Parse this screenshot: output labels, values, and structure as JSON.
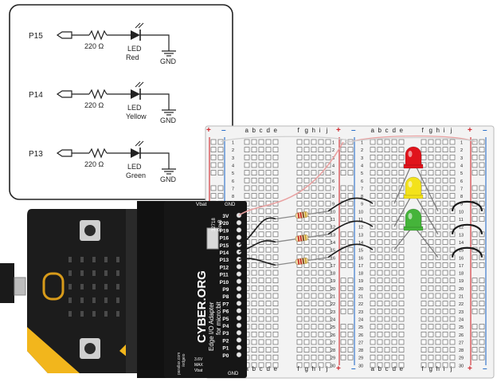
{
  "schematic": {
    "circuits": [
      {
        "pin": "P15",
        "resistor": "220 Ω",
        "led_line1": "LED",
        "led_line2": "Red",
        "ground": "GND"
      },
      {
        "pin": "P14",
        "resistor": "220 Ω",
        "led_line1": "LED",
        "led_line2": "Yellow",
        "ground": "GND"
      },
      {
        "pin": "P13",
        "resistor": "220 Ω",
        "led_line1": "LED",
        "led_line2": "Green",
        "ground": "GND"
      }
    ]
  },
  "adapter": {
    "brand": "CYBER.ORG",
    "subtitle1": "Edge I/O Adapter",
    "subtitle2": "for micro:bit",
    "part_number": "32718",
    "revision": "RevB",
    "vbat_label": "Vbat",
    "gnd_top": "GND",
    "gnd_bottom": "GND",
    "pins": [
      "3V",
      "P20",
      "P19",
      "P16",
      "P15",
      "P14",
      "P13",
      "P12",
      "P11",
      "P10",
      "P9",
      "P8",
      "P7",
      "P6",
      "P5",
      "P4",
      "P3",
      "P2",
      "P1",
      "P0"
    ],
    "small_text1": "parallax.com",
    "small_text2": "/edgeio",
    "voltage_text1": "3.6V",
    "voltage_text2": "MAX",
    "voltage_text3": "Vbat"
  },
  "breadboard": {
    "col_letters": [
      "a",
      "b",
      "c",
      "d",
      "e",
      "f",
      "g",
      "h",
      "i",
      "j"
    ],
    "plus": "+",
    "minus": "–",
    "row_numbers": [
      "1",
      "2",
      "3",
      "4",
      "5",
      "6",
      "7",
      "8",
      "9",
      "10",
      "11",
      "12",
      "13",
      "14",
      "15",
      "16",
      "17",
      "18",
      "19",
      "20",
      "21",
      "22",
      "23",
      "24",
      "25",
      "26",
      "27",
      "28",
      "29",
      "30"
    ]
  },
  "colors": {
    "led_red": "#e0141c",
    "led_yellow": "#f3e21b",
    "led_green": "#45b43a",
    "microbit": "#1c1c1c",
    "microbit_accent": "#f2b61c",
    "adapter": "#161616",
    "wire": "#1a1a1a",
    "rail_red": "#d0282e",
    "rail_blue": "#2a6fc9"
  }
}
